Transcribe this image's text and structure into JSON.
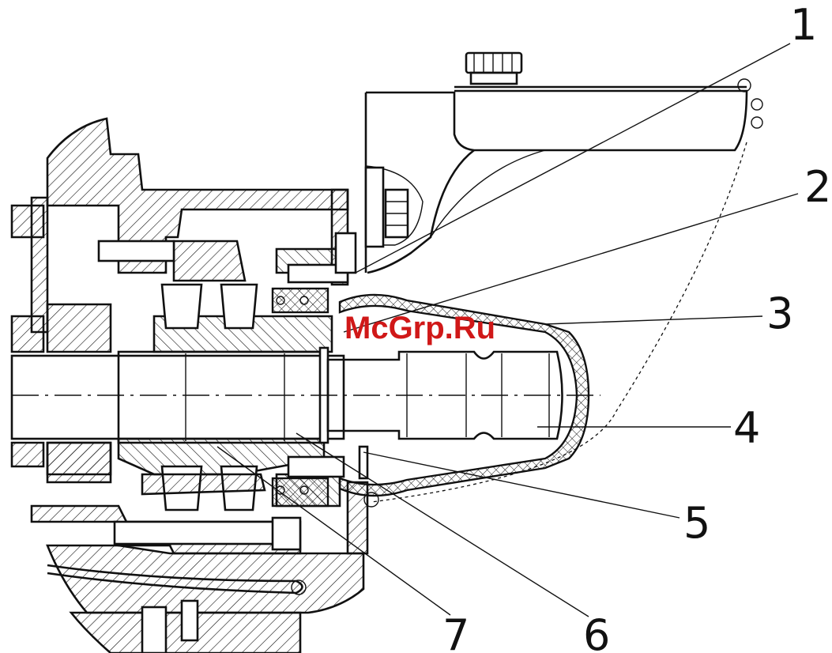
{
  "callouts": [
    {
      "id": "1",
      "label": "1"
    },
    {
      "id": "2",
      "label": "2"
    },
    {
      "id": "3",
      "label": "3"
    },
    {
      "id": "4",
      "label": "4"
    },
    {
      "id": "5",
      "label": "5"
    },
    {
      "id": "6",
      "label": "6"
    },
    {
      "id": "7",
      "label": "7"
    }
  ],
  "watermark": "McGrp.Ru",
  "colors": {
    "line": "#111111",
    "background": "#ffffff",
    "watermark": "#d01818"
  }
}
